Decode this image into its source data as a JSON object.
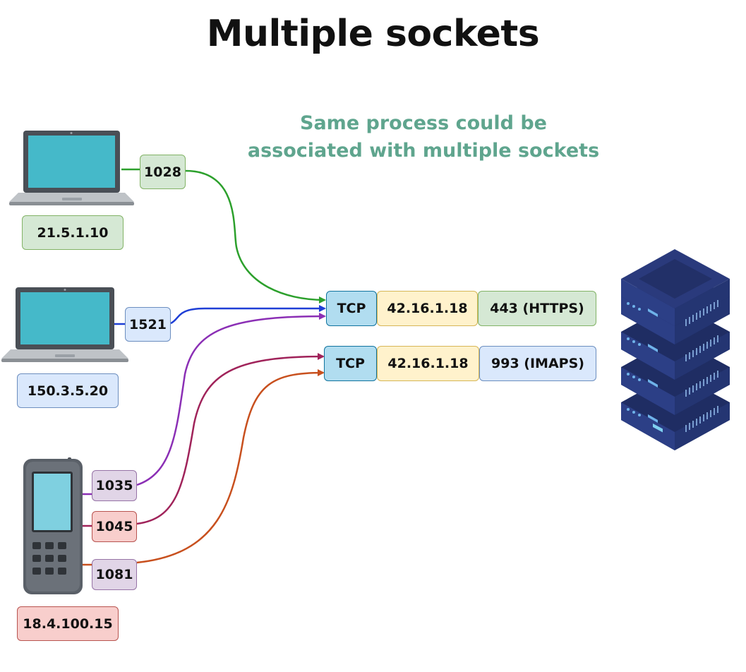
{
  "title": "Multiple sockets",
  "note": {
    "line1": "Same process could be",
    "line2": "associated with multiple sockets"
  },
  "clients": [
    {
      "device": "laptop-icon",
      "ip": "21.5.1.10",
      "ports": [
        "1028"
      ]
    },
    {
      "device": "laptop-icon",
      "ip": "150.3.5.20",
      "ports": [
        "1521"
      ]
    },
    {
      "device": "mobile-phone-icon",
      "ip": "18.4.100.15",
      "ports": [
        "1035",
        "1045",
        "1081"
      ]
    }
  ],
  "sockets": [
    {
      "protocol": "TCP",
      "ip": "42.16.1.18",
      "port": "443 (HTTPS)"
    },
    {
      "protocol": "TCP",
      "ip": "42.16.1.18",
      "port": "993 (IMAPS)"
    }
  ],
  "server": {
    "icon": "server-rack-icon"
  },
  "colors": {
    "green_link": "#2ca02c",
    "blue_link": "#1f3fd6",
    "purple_link": "#8b2fb5",
    "darkred_link": "#a0235a",
    "orange_link": "#c8501e",
    "note_text": "#5fa58e"
  }
}
